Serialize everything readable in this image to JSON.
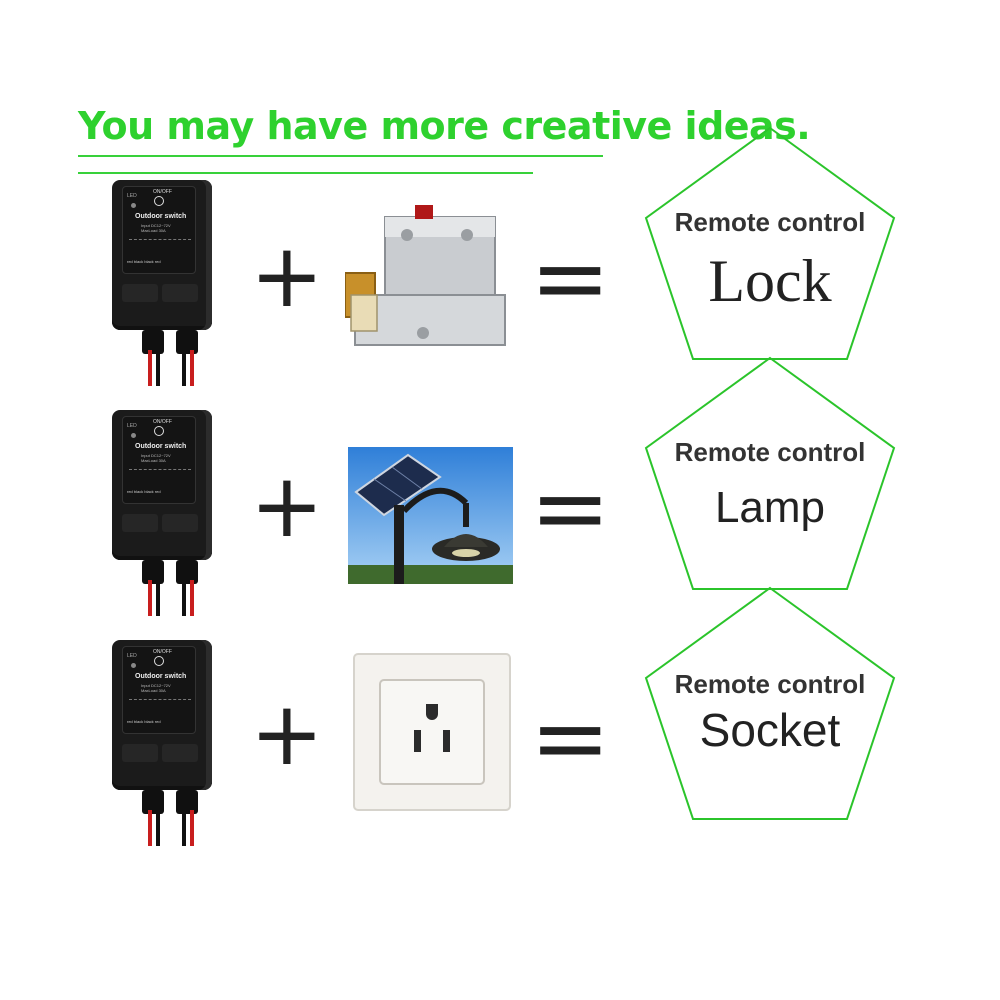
{
  "headline": "You may have more creative ideas.",
  "device": {
    "led_label": "LED",
    "onoff_label": "ON/OFF",
    "title": "Outdoor  switch",
    "spec_line1": "Input DC12~72V",
    "spec_line2": "MaxLoad 30A",
    "wire_labels": "red  black black  red"
  },
  "operators": {
    "plus": "+",
    "equals": "="
  },
  "rows": [
    {
      "product": "lock",
      "caption_top": "Remote control",
      "caption_main": "Lock"
    },
    {
      "product": "lamp",
      "caption_top": "Remote control",
      "caption_main": "Lamp"
    },
    {
      "product": "socket",
      "caption_top": "Remote control",
      "caption_main": "Socket"
    }
  ],
  "colors": {
    "accent_green": "#2ed12e",
    "pentagon_stroke": "#2bc42b"
  }
}
